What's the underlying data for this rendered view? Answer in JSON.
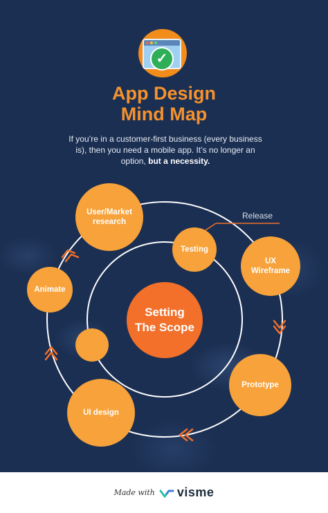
{
  "header": {
    "logo_icon": "checkmark-window-icon",
    "title_line1": "App Design",
    "title_line2": "Mind Map"
  },
  "intro": {
    "text": "If you’re in a customer-first business (every business is), then you need a mobile app. It’s no longer an option,",
    "emphasis": "but a necessity."
  },
  "mind_map": {
    "center": "Setting\nThe Scope",
    "nodes": {
      "user_market_research": "User/Market\nresearch",
      "testing": "Testing",
      "ux_wireframe": "UX\nWireframe",
      "prototype": "Prototype",
      "ui_design": "UI design",
      "animate": "Animate",
      "unlabeled": ""
    },
    "release_label": "Release"
  },
  "colors": {
    "background": "#1b2f52",
    "title": "#f5922e",
    "node": "#f7a23a",
    "center_node": "#f2702a",
    "ring": "#ffffff"
  },
  "footer": {
    "made_with": "Made with",
    "brand": "visme"
  }
}
